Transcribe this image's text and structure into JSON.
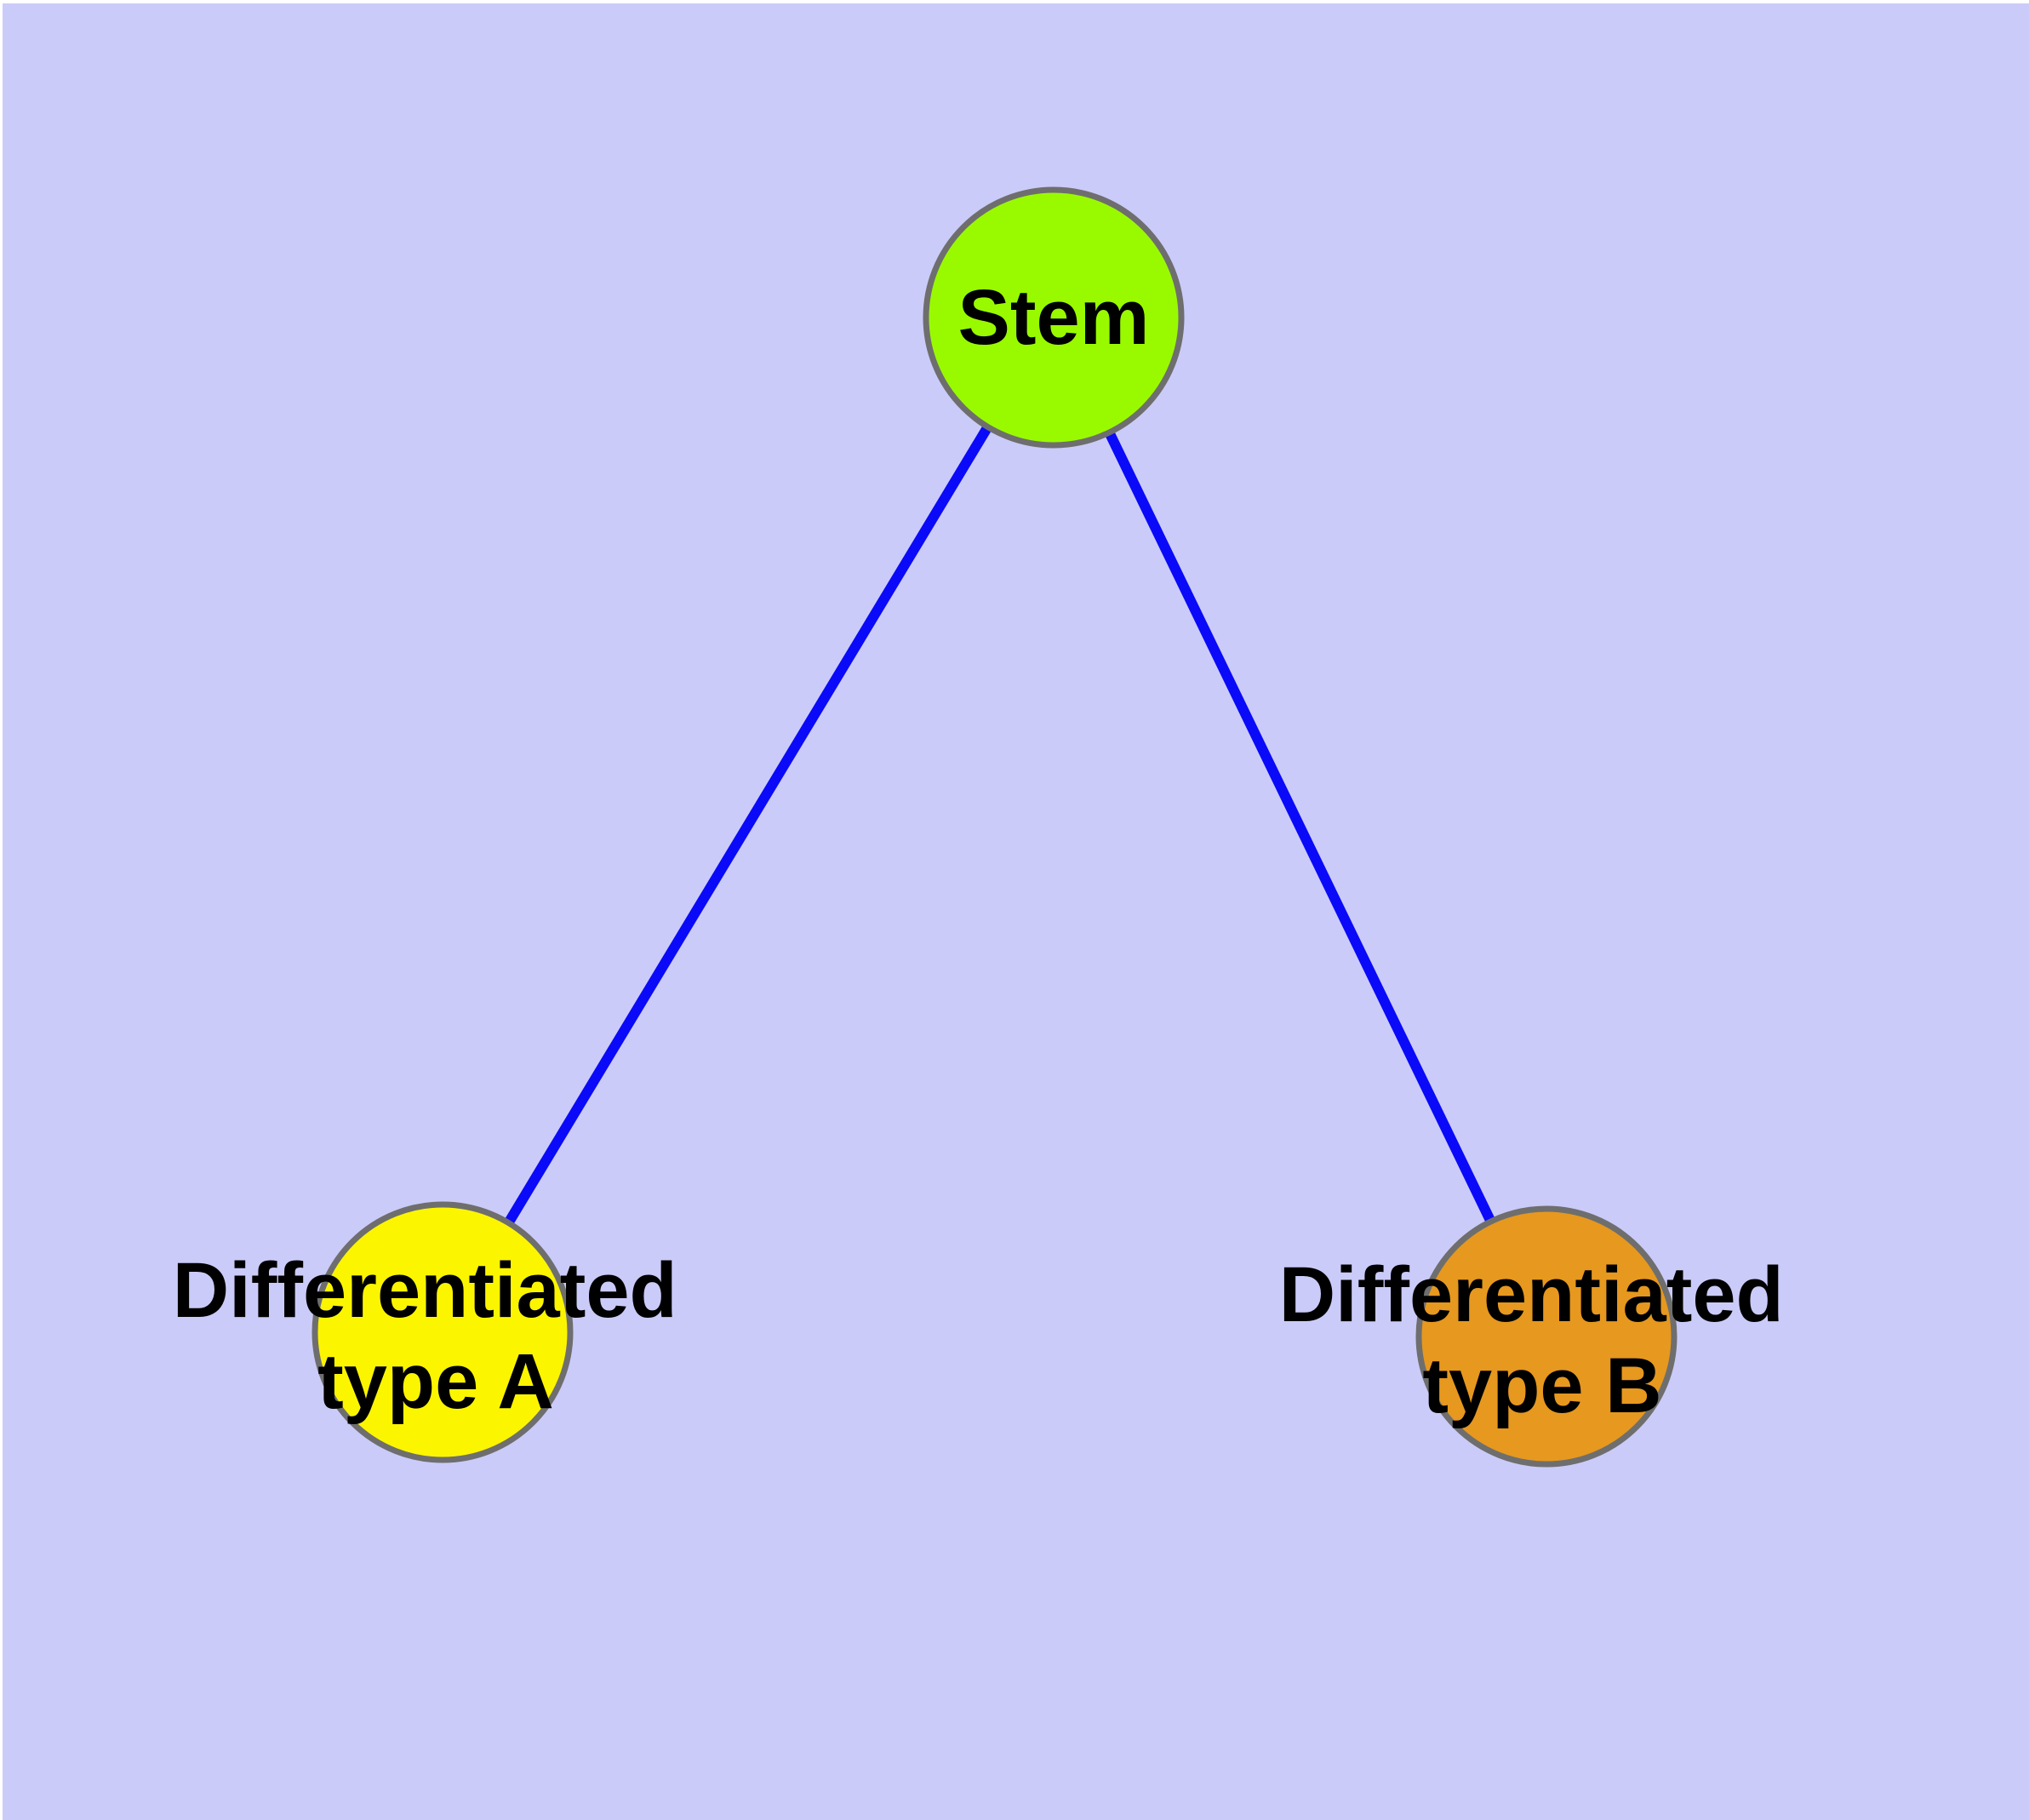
{
  "graph": {
    "background_color": "#cbcbf9",
    "frame_color": "#ffffff",
    "label_color": "#000000",
    "nodes": [
      {
        "id": "stem",
        "label": "Stem",
        "label_lines": [
          "Stem"
        ],
        "fill": "#99fa00",
        "border_color": "#6e6e6e"
      },
      {
        "id": "differentiated-type-a",
        "label": "Differentiated type A",
        "label_lines": [
          "Differentiated",
          "type A"
        ],
        "fill": "#fcf500",
        "border_color": "#6e6e6e"
      },
      {
        "id": "differentiated-type-b",
        "label": "Differentiated type B",
        "label_lines": [
          "Differentiated",
          "type B"
        ],
        "fill": "#e6981f",
        "border_color": "#6e6e6e"
      }
    ],
    "edges": [
      {
        "from": "stem",
        "to": "differentiated-type-a",
        "color": "#0a0af8"
      },
      {
        "from": "stem",
        "to": "differentiated-type-b",
        "color": "#0a0af8"
      }
    ]
  }
}
